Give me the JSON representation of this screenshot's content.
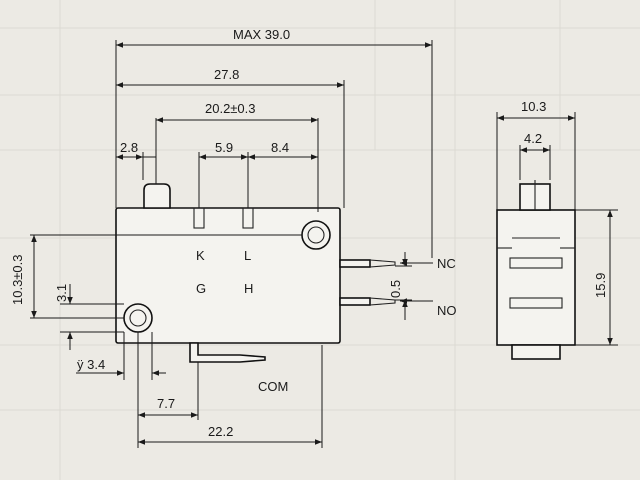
{
  "dimensions": {
    "overall_max": "MAX 39.0",
    "body_length": "27.8",
    "terminal_span": "20.2±0.3",
    "pin_offset": "2.8",
    "terminal_gap_1": "5.9",
    "terminal_gap_2": "8.4",
    "mount_height": "10.3±0.3",
    "hole_offset": "3.1",
    "hole_diameter": "ÿ 3.4",
    "com_offset": "7.7",
    "com_length": "22.2",
    "nc_no_gap": "0.5",
    "side_width": "10.3",
    "side_inner": "4.2",
    "side_height": "15.9"
  },
  "terminal_labels": {
    "k": "K",
    "l": "L",
    "g": "G",
    "h": "H",
    "nc": "NC",
    "no": "NO",
    "com": "COM"
  }
}
